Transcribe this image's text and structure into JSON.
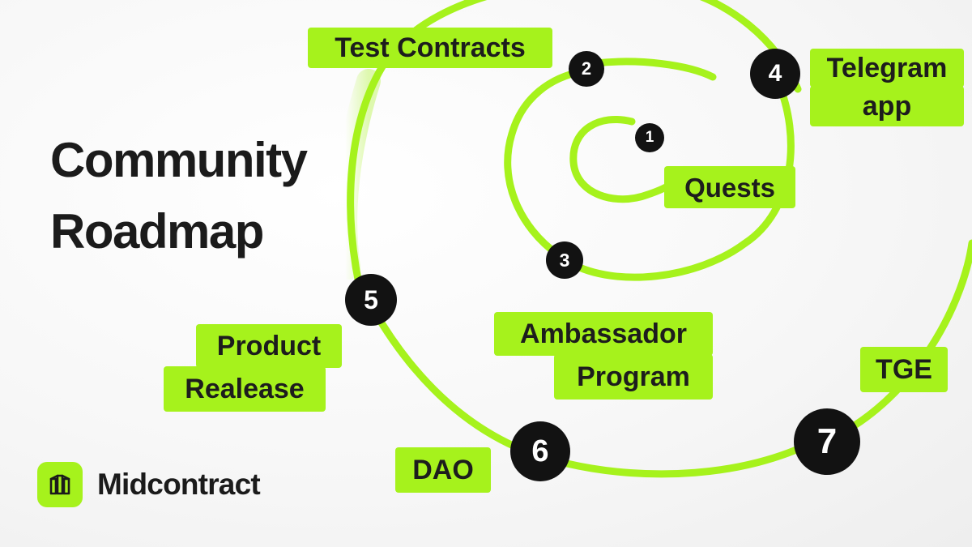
{
  "title": {
    "line1": "Community",
    "line2": "Roadmap"
  },
  "milestones": [
    {
      "number": "1",
      "label": "Quests"
    },
    {
      "number": "2",
      "label": "Test Contracts"
    },
    {
      "number": "3",
      "label_line1": "Ambassador",
      "label_line2": "Program"
    },
    {
      "number": "4",
      "label_line1": "Telegram",
      "label_line2": "app"
    },
    {
      "number": "5",
      "label_line1": "Product",
      "label_line2": "Realease"
    },
    {
      "number": "6",
      "label": "DAO"
    },
    {
      "number": "7",
      "label": "TGE"
    }
  ],
  "brand": {
    "name": "Midcontract",
    "icon": "midcontract-logo-icon"
  },
  "colors": {
    "accent": "#a6f21c",
    "node": "#121212",
    "text": "#1b1b1b"
  }
}
